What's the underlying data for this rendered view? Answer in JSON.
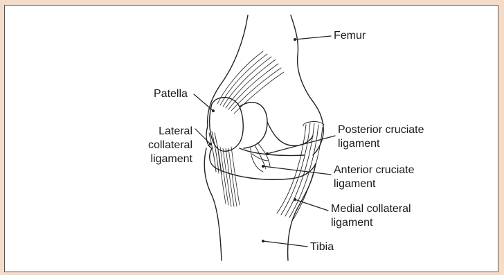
{
  "labels": {
    "femur": "Femur",
    "patella": "Patella",
    "lateral_collateral": [
      "Lateral",
      "collateral",
      "ligament"
    ],
    "posterior_cruciate": [
      "Posterior cruciate",
      "ligament"
    ],
    "anterior_cruciate": [
      "Anterior cruciate",
      "ligament"
    ],
    "medial_collateral": [
      "Medial collateral",
      "ligament"
    ],
    "tibia": "Tibia"
  },
  "colors": {
    "page_background": "#f4dcc9",
    "frame_background": "#ffffff",
    "line": "#222222"
  }
}
